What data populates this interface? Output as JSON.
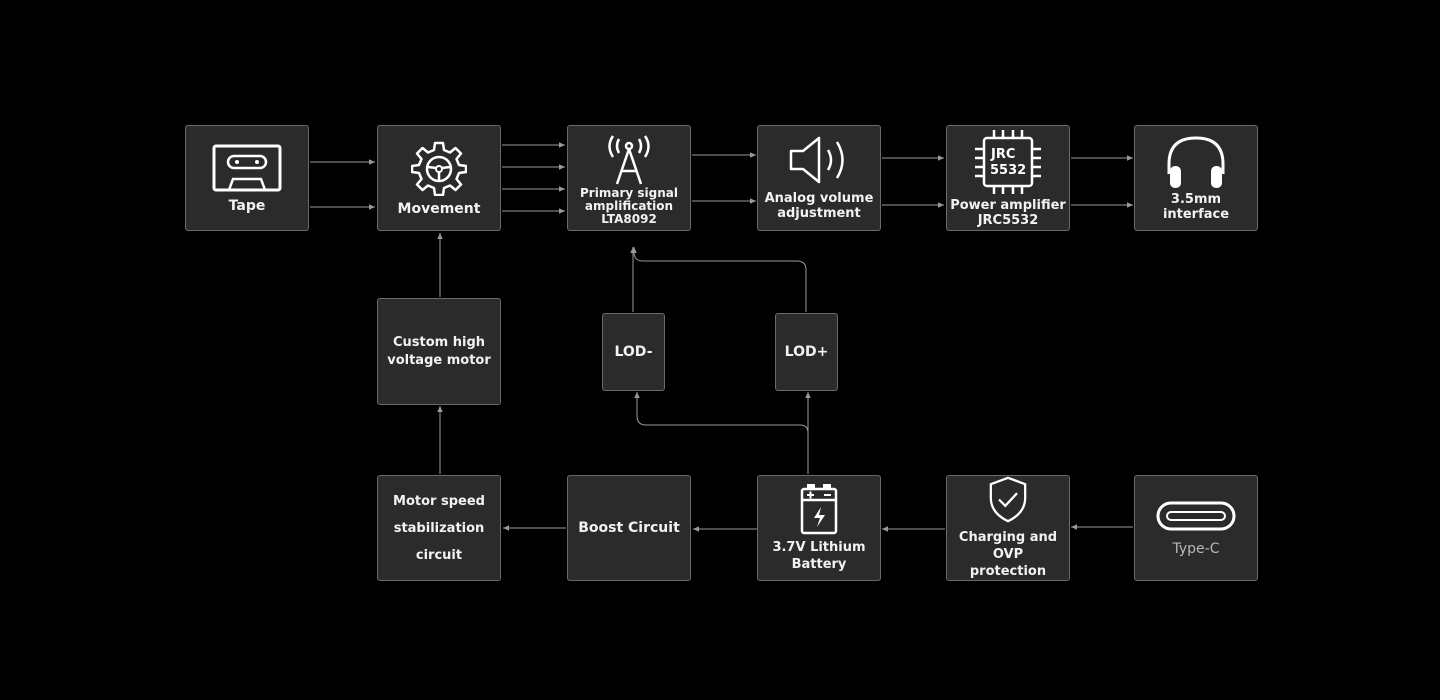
{
  "diagram": {
    "blocks": {
      "tape": {
        "label": "Tape",
        "icon": "cassette-tape-icon"
      },
      "movement": {
        "label": "Movement",
        "icon": "gear-icon"
      },
      "primary": {
        "label": "Primary signal\namplification\nLTA8092",
        "icon": "antenna-tower-icon"
      },
      "volume": {
        "label": "Analog volume\nadjustment",
        "icon": "speaker-volume-icon"
      },
      "power": {
        "label": "Power amplifier\nJRC5532",
        "icon": "chip-icon",
        "chip_line1": "JRC",
        "chip_line2": "5532"
      },
      "interface": {
        "label": "3.5mm\ninterface",
        "icon": "headphones-icon"
      },
      "motor": {
        "label": "Custom high\nvoltage motor"
      },
      "lod_minus": {
        "label": "LOD-"
      },
      "lod_plus": {
        "label": "LOD+"
      },
      "speed": {
        "label": "Motor speed\nstabilization\ncircuit"
      },
      "boost": {
        "label": "Boost Circuit"
      },
      "battery": {
        "label": "3.7V Lithium\nBattery",
        "icon": "battery-icon"
      },
      "charging": {
        "label": "Charging and OVP\nprotection",
        "icon": "shield-check-icon"
      },
      "typec": {
        "label": "Type-C",
        "icon": "usb-c-port-icon"
      }
    },
    "connections": [
      [
        "tape",
        "movement",
        2
      ],
      [
        "movement",
        "primary",
        4
      ],
      [
        "primary",
        "volume",
        2
      ],
      [
        "volume",
        "power",
        2
      ],
      [
        "power",
        "interface",
        2
      ],
      [
        "motor",
        "movement",
        1
      ],
      [
        "speed",
        "motor",
        1
      ],
      [
        "boost",
        "speed",
        1
      ],
      [
        "battery",
        "boost",
        1
      ],
      [
        "charging",
        "battery",
        1
      ],
      [
        "typec",
        "charging",
        1
      ],
      [
        "lod_minus",
        "primary",
        1
      ],
      [
        "lod_plus",
        "primary",
        1
      ],
      [
        "battery",
        "lod_plus",
        1
      ],
      [
        "battery",
        "lod_minus",
        1
      ]
    ],
    "colors": {
      "background": "#000000",
      "block_fill": "#2b2b2b",
      "block_border": "#6a6a6a",
      "wire": "#9a9a9a",
      "text": "#f2f2f2",
      "muted_text": "#b8b8b8"
    }
  }
}
